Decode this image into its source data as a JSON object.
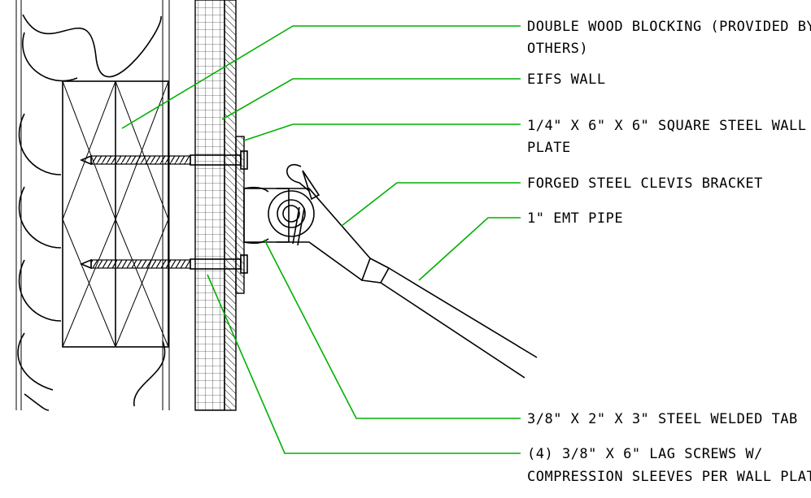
{
  "colors": {
    "leader": "#00b000",
    "linework": "#000000",
    "background": "#ffffff"
  },
  "notes": {
    "wood_blocking_1": "DOUBLE WOOD BLOCKING (PROVIDED BY",
    "wood_blocking_2": "OTHERS)",
    "eifs_wall": "EIFS WALL",
    "wall_plate_1": "1/4\" X 6\" X 6\" SQUARE STEEL WALL",
    "wall_plate_2": "PLATE",
    "clevis_bracket": "FORGED STEEL CLEVIS BRACKET",
    "emt_pipe": "1\" EMT PIPE",
    "welded_tab": "3/8\" X 2\" X 3\" STEEL WELDED TAB",
    "lag_screws_1": "(4) 3/8\" X 6\" LAG SCREWS W/",
    "lag_screws_2": "COMPRESSION SLEEVES PER WALL PLATE"
  }
}
